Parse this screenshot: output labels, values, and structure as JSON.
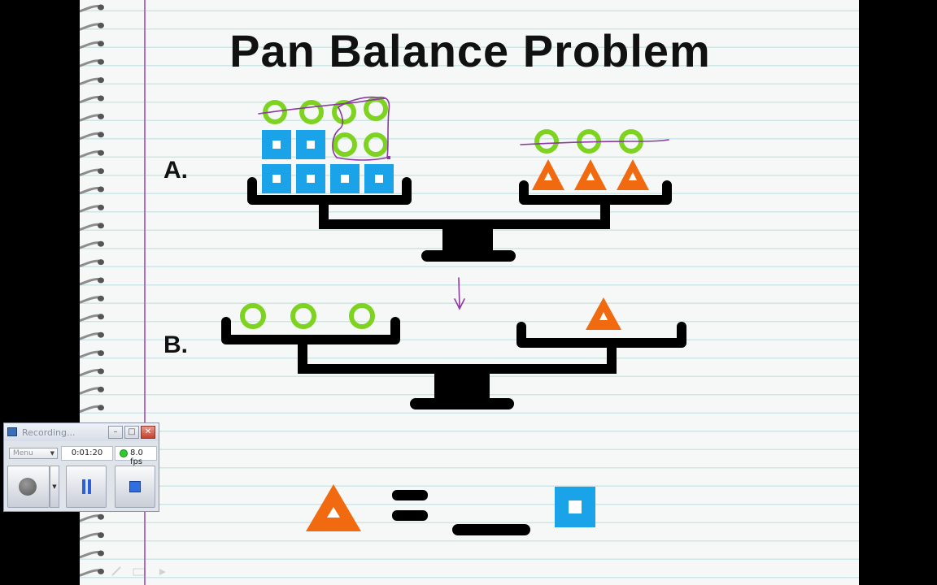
{
  "lesson": {
    "title": "Pan Balance Problem",
    "problem_a_label": "A.",
    "problem_b_label": "B."
  },
  "colors": {
    "circle": "#7ed321",
    "square": "#1aa3e8",
    "triangle": "#f26a10",
    "balance": "#000000",
    "annotation": "#8a3aa0",
    "margin_line": "#b06cc0",
    "ruled_line": "#cfe6e6"
  },
  "recorder": {
    "title": "Recording...",
    "menu_label": "Menu",
    "elapsed_time": "0:01:20",
    "frame_rate": "8.0 fps",
    "status_color": "#2bcc2b"
  },
  "icons": [
    "record-icon",
    "pause-icon",
    "stop-icon",
    "minimize-icon",
    "maximize-icon",
    "close-icon",
    "spiral-binding-icon"
  ]
}
